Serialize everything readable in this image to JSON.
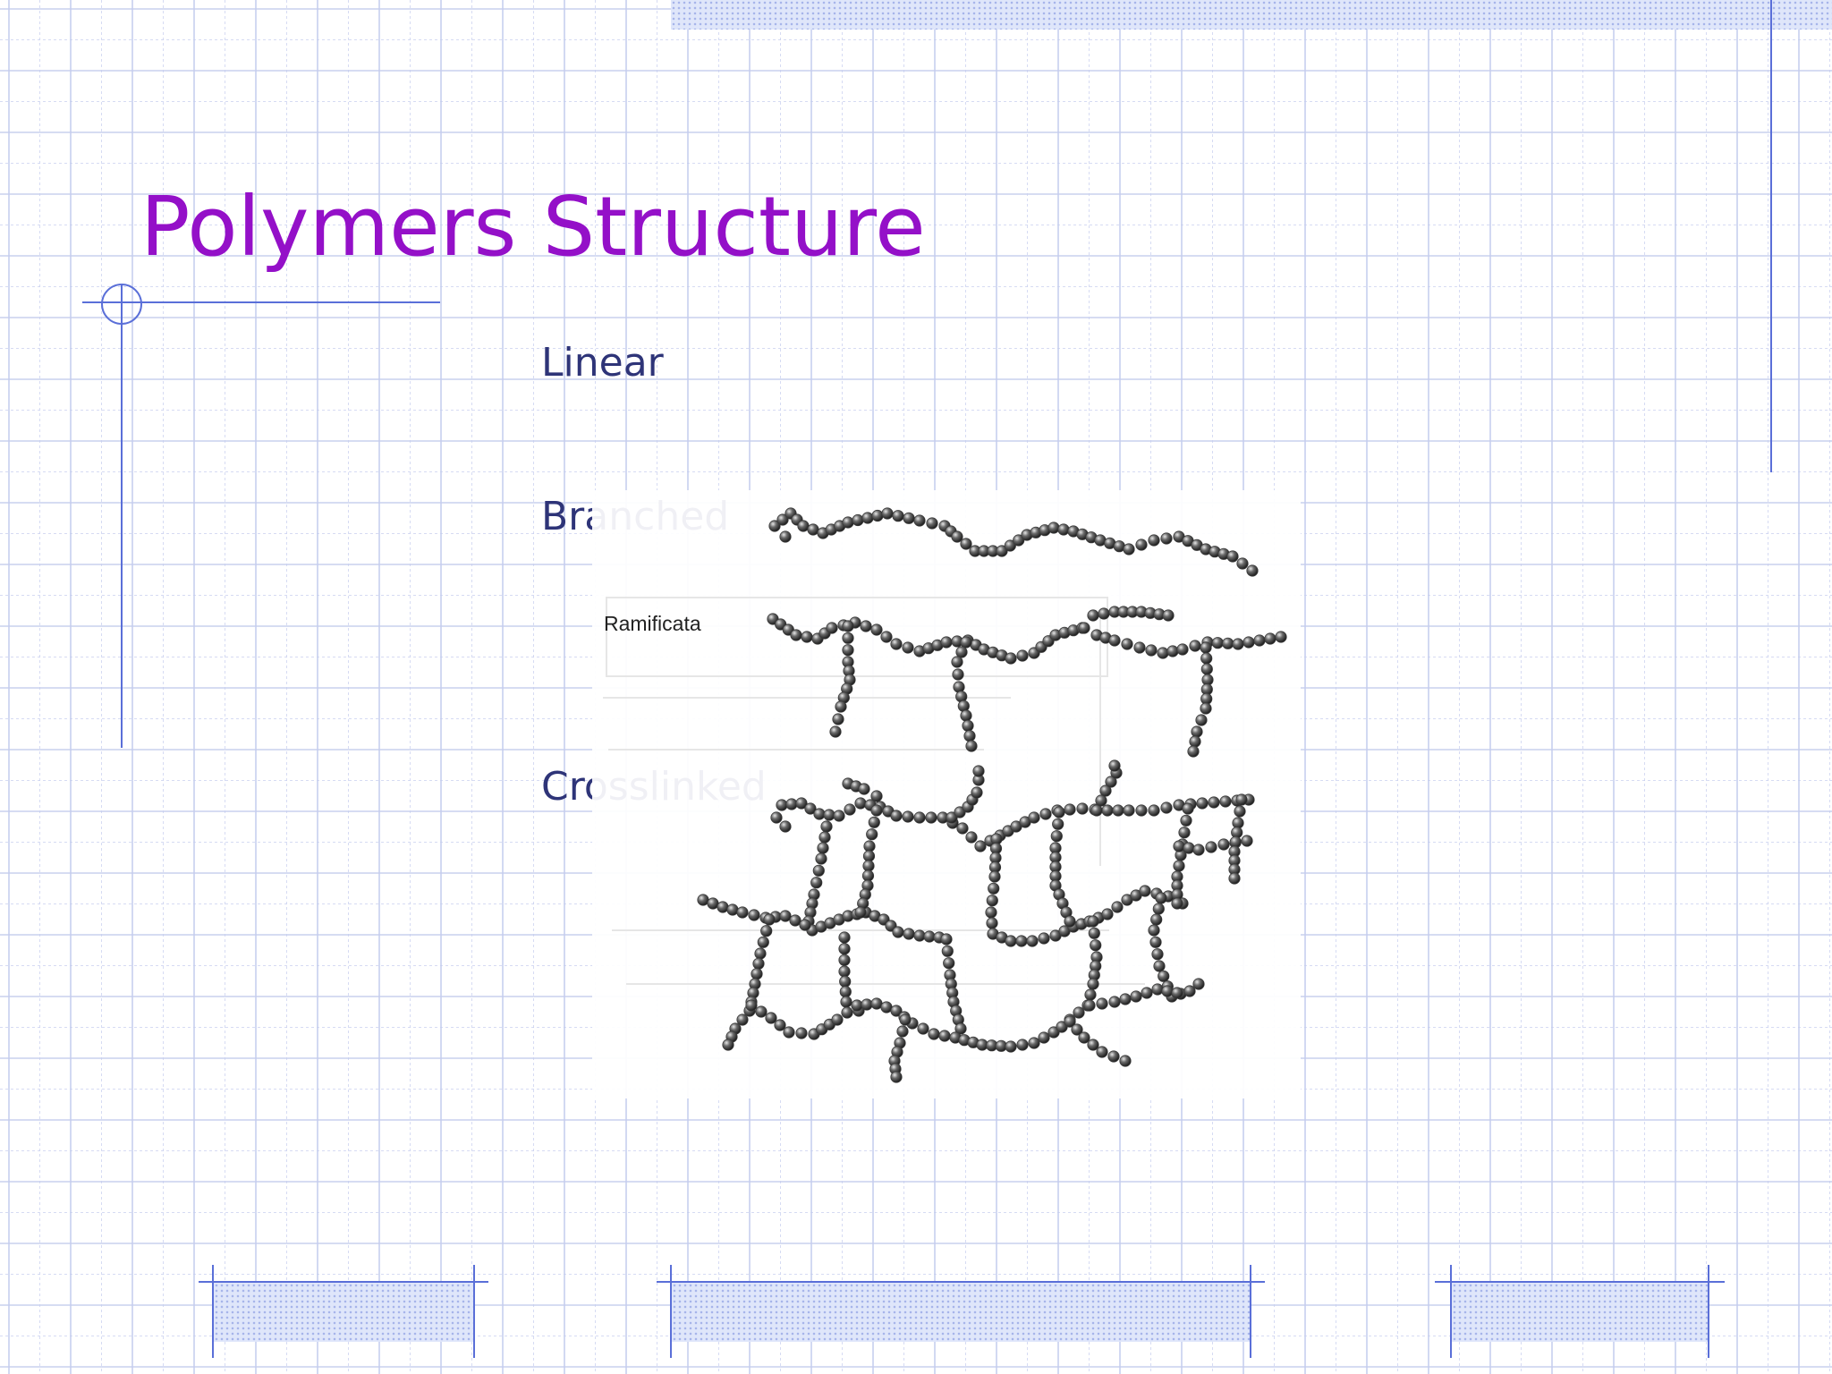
{
  "slide": {
    "title": "Polymers Structure",
    "labels": {
      "linear": "Linear",
      "branched": "Branched",
      "crosslinked": "Crosslinked",
      "ramificata": "Ramificata"
    }
  },
  "colors": {
    "title": "#9410c8",
    "label": "#2e3478",
    "grid": "#c5cdee",
    "accent_line": "#5a6fd8",
    "bead": "#6a6a6a"
  }
}
